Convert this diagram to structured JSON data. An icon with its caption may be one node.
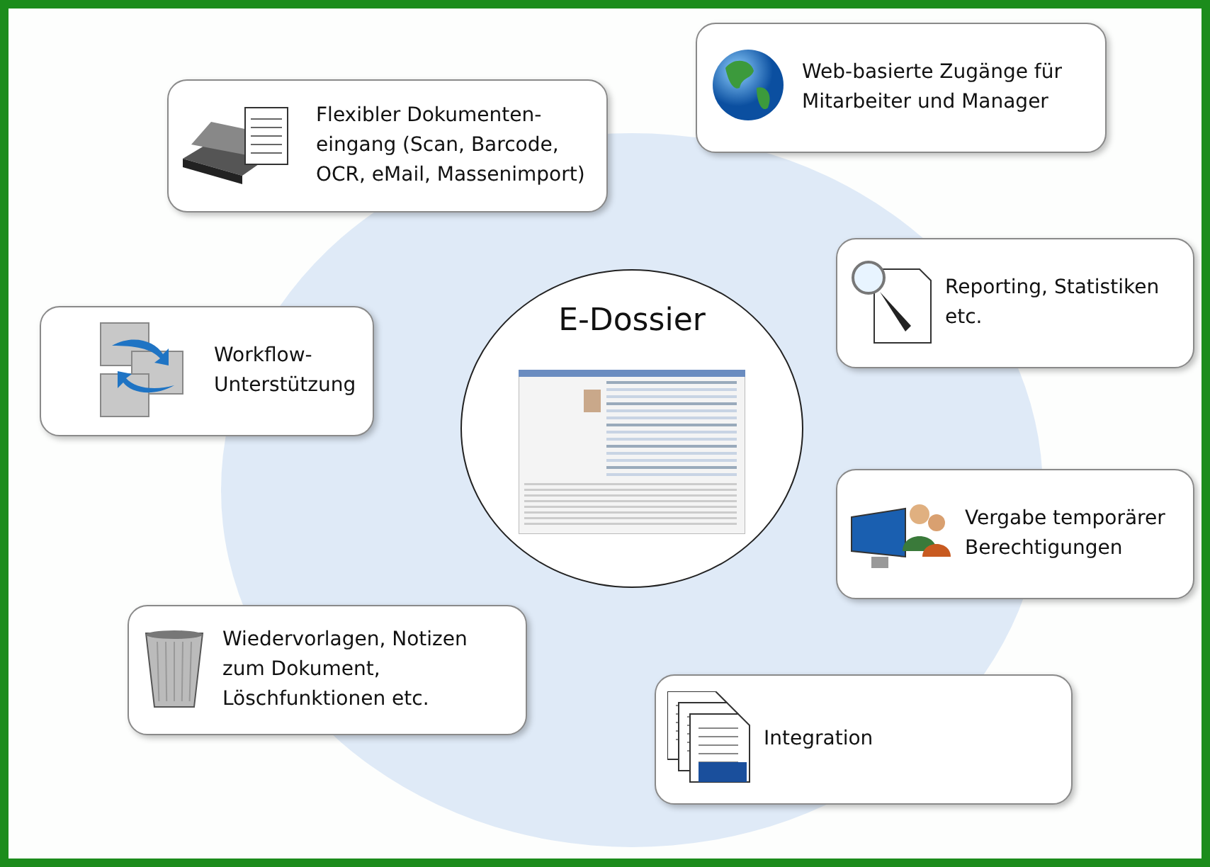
{
  "diagram": {
    "nodes": [
      {
        "text": [
          "Web-basierte Zugänge für Mitarbeiter und Manager"
        ]
      },
      {
        "text": [
          "Flexibler Dokumenten-eingang (Scan, Barcode, OCR, eMail, Massenimport)"
        ]
      },
      {
        "text": [
          "Reporting, Statistiken etc."
        ]
      },
      {
        "text": [
          "E-Dossier"
        ]
      },
      {
        "text": [
          "Workflow-Unterstützung"
        ]
      },
      {
        "text": [
          "Vergabe temporärer Berechtigungen"
        ]
      },
      {
        "text": [
          "Wiedervorlagen, Notizen zum Dokument, Löschfunktionen etc."
        ]
      },
      {
        "text": [
          "Integration"
        ]
      }
    ]
  }
}
